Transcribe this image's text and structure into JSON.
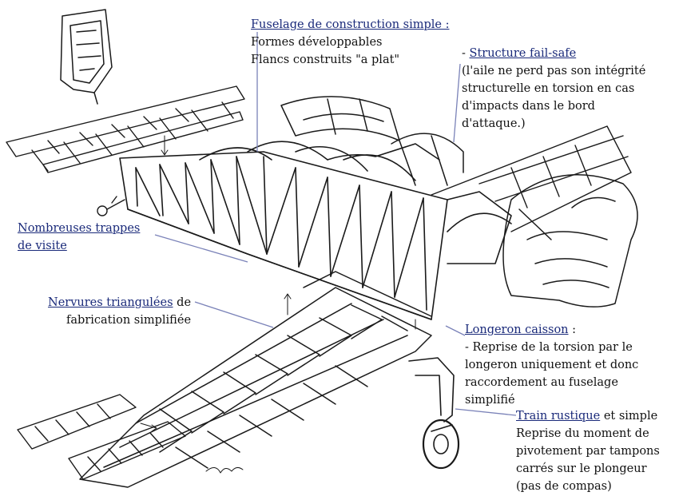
{
  "annotations": {
    "fuselage": {
      "title": "Fuselage de construction simple :",
      "line1": "Formes développables",
      "line2": "Flancs construits \"a plat\""
    },
    "failsafe": {
      "dash": "- ",
      "title": "Structure fail-safe",
      "line1": "(l'aile ne perd pas son intégrité",
      "line2": "structurelle en torsion en cas",
      "line3": "d'impacts dans le bord",
      "line4": "d'attaque.)"
    },
    "trappes": {
      "line1": "Nombreuses trappes",
      "line2": "de visite"
    },
    "nervures": {
      "title": "Nervures triangulées",
      "title_rest": " de",
      "line2": "fabrication simplifiée"
    },
    "longeron": {
      "title": "Longeron caisson",
      "title_rest": " :",
      "line1": "- Reprise de la torsion par le",
      "line2": "longeron uniquement et donc",
      "line3": "raccordement au fuselage",
      "line4": "simplifié"
    },
    "train": {
      "title": "Train rustique",
      "title_rest": " et simple",
      "line1": "Reprise du moment de",
      "line2": "pivotement par tampons",
      "line3": "carrés sur le plongeur",
      "line4": "(pas de compas)"
    }
  },
  "colors": {
    "annotation_navy": "#1a2a7a",
    "body_text": "#111111",
    "leader_line": "#7a82b8",
    "ink": "#1a1a1a"
  }
}
